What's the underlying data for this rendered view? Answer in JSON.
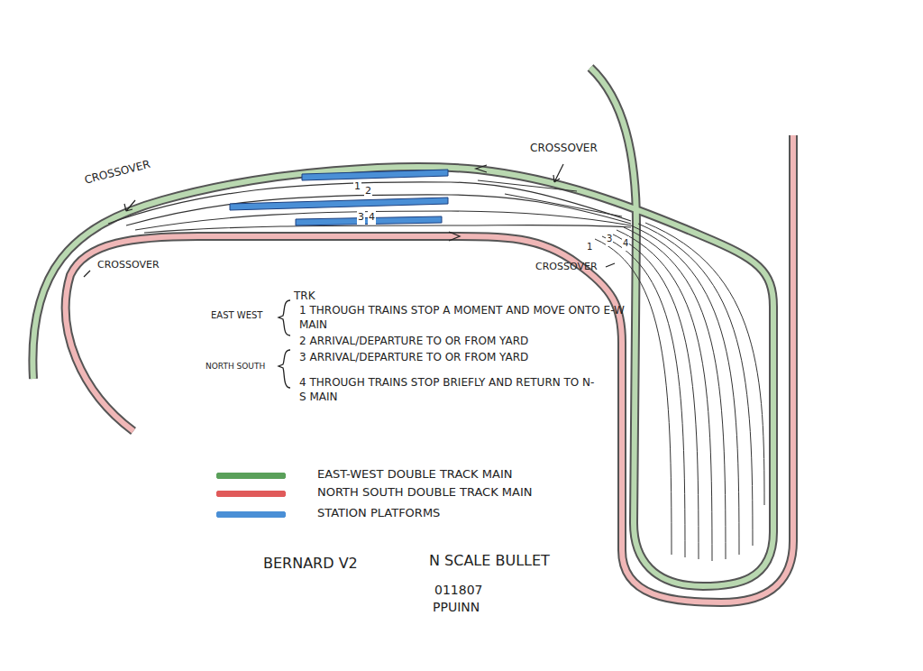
{
  "diagram": {
    "labels": [
      "CROSSOVER",
      "CROSSOVER",
      "CROSSOVER",
      "CROSSOVER",
      "1",
      "2",
      "3",
      "4",
      "1",
      "3",
      "4",
      "EAST WEST",
      "TRK",
      "1 THROUGH TRAINS STOP A MOMENT AND MOVE ONTO E-W MAIN",
      "2 ARRIVAL/DEPARTURE TO OR FROM YARD",
      "NORTH SOUTH",
      "3 ARRIVAL/DEPARTURE TO OR FROM YARD",
      "4 THROUGH TRAINS STOP BRIEFLY AND RETURN TO N-S MAIN",
      "BERNARD V2",
      "N SCALE BULLET",
      "011807",
      "PPUINN"
    ],
    "legend": [
      {
        "text": "EAST-WEST DOUBLE TRACK MAIN",
        "color": "#5aa05a"
      },
      {
        "text": "NORTH SOUTH DOUBLE TRACK MAIN",
        "color": "#e05a5a"
      },
      {
        "text": "STATION PLATFORMS",
        "color": "#4a8fd6"
      }
    ]
  }
}
